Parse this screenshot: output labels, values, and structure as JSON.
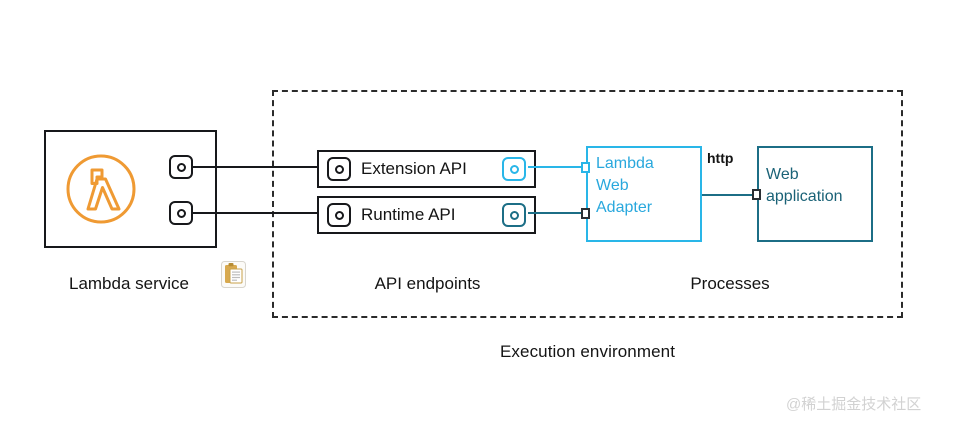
{
  "diagram": {
    "title": "AWS Lambda Web Adapter execution environment diagram",
    "execution_environment_label": "Execution environment",
    "lambda_service": {
      "label": "Lambda service",
      "logo_icon": "aws-lambda-logo-icon",
      "clipboard_icon": "clipboard-icon",
      "ports": [
        {
          "icon": "connector-port-icon",
          "target": "Extension API"
        },
        {
          "icon": "connector-port-icon",
          "target": "Runtime API"
        }
      ]
    },
    "api_endpoints": {
      "group_label": "API endpoints",
      "items": [
        {
          "label": "Extension API",
          "left_port_icon": "connector-port-icon",
          "right_port_icon": "connector-port-icon",
          "right_port_color": "#29b6e8"
        },
        {
          "label": "Runtime API",
          "left_port_icon": "connector-port-icon",
          "right_port_icon": "connector-port-icon",
          "right_port_color": "#1c6e86"
        }
      ]
    },
    "processes": {
      "group_label": "Processes",
      "lambda_web_adapter": {
        "line1": "Lambda",
        "line2": "Web",
        "line3": "Adapter",
        "border_color": "#29b6e8",
        "text_color": "#29a8dd"
      },
      "web_application": {
        "line1": "Web",
        "line2": "application",
        "border_color": "#1c6e86",
        "text_color": "#1a6277"
      },
      "connection_label": "http"
    },
    "colors": {
      "lambda_orange": "#ef9a33",
      "cyan": "#29b6e8",
      "teal": "#1c6e86",
      "black": "#17181b"
    },
    "watermark": "@稀土掘金技术社区"
  }
}
